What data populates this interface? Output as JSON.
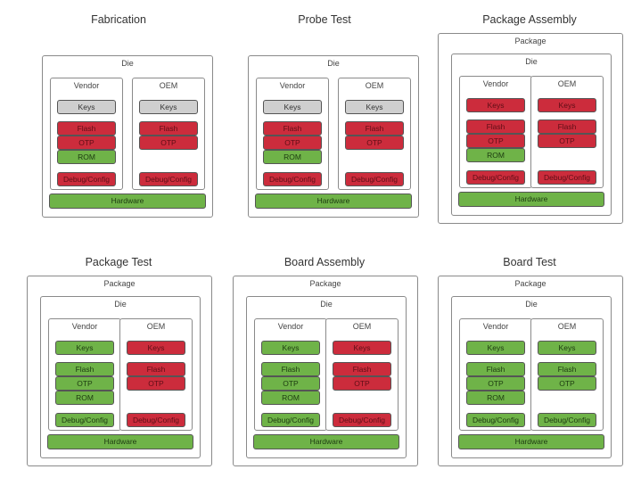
{
  "labels": {
    "package": "Package",
    "die": "Die",
    "vendor": "Vendor",
    "oem": "OEM",
    "keys": "Keys",
    "flash": "Flash",
    "otp": "OTP",
    "rom": "ROM",
    "debug": "Debug/Config",
    "hardware": "Hardware"
  },
  "colors": {
    "gray": "#cfcfcf",
    "red": "#cc2c3c",
    "green": "#6fb348",
    "border": "#8a8a8a"
  },
  "stages": [
    {
      "title": "Fabrication",
      "has_package": false,
      "vendor": {
        "keys": "gray",
        "flash": "red",
        "otp": "red",
        "rom": "green",
        "debug": "red"
      },
      "oem": {
        "keys": "gray",
        "flash": "red",
        "otp": "red",
        "debug": "red"
      },
      "hardware": "green"
    },
    {
      "title": "Probe Test",
      "has_package": false,
      "vendor": {
        "keys": "gray",
        "flash": "red",
        "otp": "red",
        "rom": "green",
        "debug": "red"
      },
      "oem": {
        "keys": "gray",
        "flash": "red",
        "otp": "red",
        "debug": "red"
      },
      "hardware": "green"
    },
    {
      "title": "Package Assembly",
      "has_package": true,
      "vendor": {
        "keys": "red",
        "flash": "red",
        "otp": "red",
        "rom": "green",
        "debug": "red"
      },
      "oem": {
        "keys": "red",
        "flash": "red",
        "otp": "red",
        "debug": "red"
      },
      "hardware": "green"
    },
    {
      "title": "Package Test",
      "has_package": true,
      "vendor": {
        "keys": "green",
        "flash": "green",
        "otp": "green",
        "rom": "green",
        "debug": "green"
      },
      "oem": {
        "keys": "red",
        "flash": "red",
        "otp": "red",
        "debug": "red"
      },
      "hardware": "green"
    },
    {
      "title": "Board Assembly",
      "has_package": true,
      "vendor": {
        "keys": "green",
        "flash": "green",
        "otp": "green",
        "rom": "green",
        "debug": "green"
      },
      "oem": {
        "keys": "red",
        "flash": "red",
        "otp": "red",
        "debug": "red"
      },
      "hardware": "green"
    },
    {
      "title": "Board Test",
      "has_package": true,
      "vendor": {
        "keys": "green",
        "flash": "green",
        "otp": "green",
        "rom": "green",
        "debug": "green"
      },
      "oem": {
        "keys": "green",
        "flash": "green",
        "otp": "green",
        "debug": "green"
      },
      "hardware": "green"
    }
  ]
}
